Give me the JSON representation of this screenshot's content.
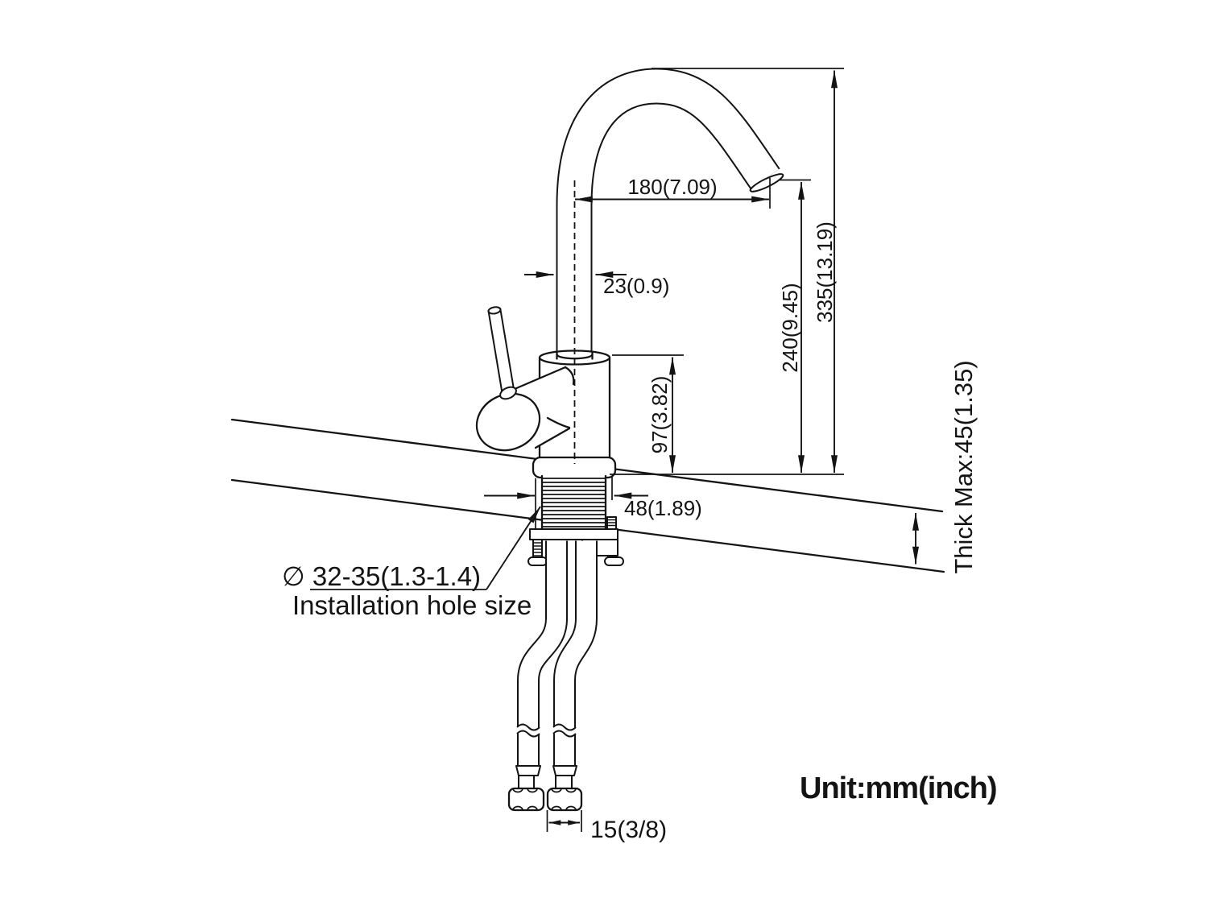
{
  "title": "Faucet installation dimension drawing",
  "unit_note": "Unit:mm(inch)",
  "labels": {
    "spout_reach": "180(7.09)",
    "pipe_diameter": "23(0.9)",
    "total_height": "335(13.19)",
    "spout_height": "240(9.45)",
    "body_height": "97(3.82)",
    "shank_width": "48(1.89)",
    "counter_thickness": "Thick Max:45(1.35)",
    "hose_connector_size": "15(3/8)",
    "hole_diameter": "∅ 32-35(1.3-1.4)",
    "hole_caption": "Installation hole size"
  },
  "colors": {
    "line": "#141414",
    "background": "#ffffff"
  }
}
